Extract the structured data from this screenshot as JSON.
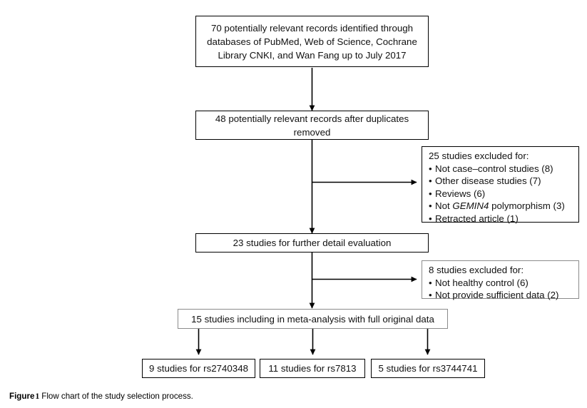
{
  "figure": {
    "label": "Figure",
    "number": "1",
    "caption": "Flow chart of the study selection process."
  },
  "flow": {
    "nodes": [
      {
        "id": "records-identified",
        "text": "70 potentially relevant records identified through databases of PubMed, Web of Science, Cochrane Library CNKI, and Wan Fang up to July 2017",
        "count": 70
      },
      {
        "id": "records-after-duplicates",
        "text": "48 potentially relevant records after duplicates removed",
        "count": 48
      },
      {
        "id": "further-detail-evaluation",
        "text": "23 studies for further detail evaluation",
        "count": 23
      },
      {
        "id": "included-meta-analysis",
        "text": "15 studies including in meta-analysis with full original data",
        "count": 15
      }
    ],
    "exclusions": [
      {
        "id": "excluded-25",
        "title": "25 studies excluded for:",
        "count": 25,
        "items": [
          {
            "text": "Not case–control studies (8)",
            "italic": ""
          },
          {
            "text": "Other disease studies (7)",
            "italic": ""
          },
          {
            "text": "Reviews (6)",
            "italic": ""
          },
          {
            "text": "Not GEMIN4 polymorphism (3)",
            "italic": "GEMIN4"
          },
          {
            "text": "Retracted article (1)",
            "italic": ""
          }
        ]
      },
      {
        "id": "excluded-8",
        "title": "8 studies excluded for:",
        "count": 8,
        "items": [
          {
            "text": "Not healthy control (6)",
            "italic": ""
          },
          {
            "text": "Not provide sufficient data (2)",
            "italic": ""
          }
        ]
      }
    ],
    "outcomes": [
      {
        "id": "rs2740348",
        "text": "9 studies for rs2740348",
        "count": 9,
        "snp": "rs2740348"
      },
      {
        "id": "rs7813",
        "text": "11 studies for rs7813",
        "count": 11,
        "snp": "rs7813"
      },
      {
        "id": "rs3744741",
        "text": "5 studies for rs3744741",
        "count": 5,
        "snp": "rs3744741"
      }
    ],
    "bullet_glyph": "•"
  },
  "colors": {
    "stroke": "#000000",
    "gray_stroke": "#8b8b8b",
    "background": "#ffffff",
    "text": "#111111"
  }
}
